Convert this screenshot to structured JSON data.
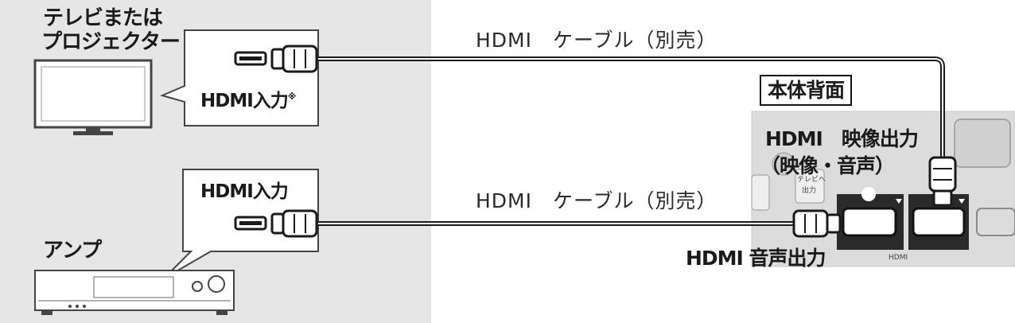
{
  "devices": {
    "tv_line1": "テレビまたは",
    "tv_line2": "プロジェクター",
    "amp": "アンプ"
  },
  "bubbles": {
    "tv_input": "HDMI入力",
    "tv_input_note": "※",
    "amp_input": "HDMI入力"
  },
  "cables": {
    "top": "HDMI　ケーブル（別売）",
    "bottom": "HDMI　ケーブル（別売）"
  },
  "rear_panel": {
    "title": "本体背面",
    "video_out_line1": "HDMI　映像出力",
    "video_out_line2": "（映像・音声）",
    "audio_out": "HDMI 音声出力",
    "small_hdmi": "HDMI",
    "small_tv": "テレビへ",
    "small_out": "出力"
  },
  "colors": {
    "panel_bg": "#e6e6e6",
    "rear_panel_bg": "#dcdcdc",
    "cable": "#1a1a1a"
  }
}
